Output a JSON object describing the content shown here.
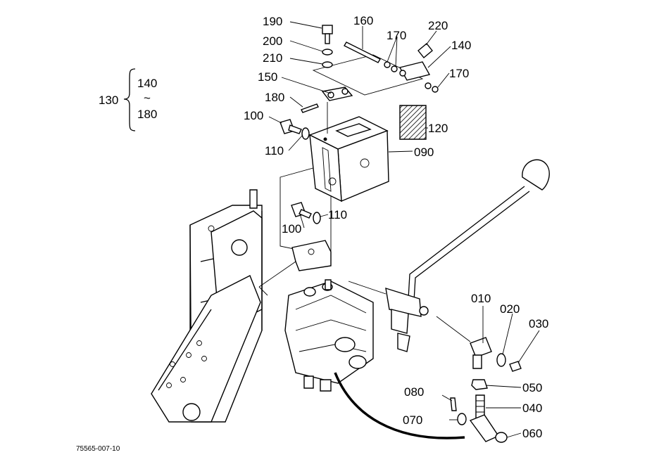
{
  "diagram": {
    "callouts": {
      "p190": "190",
      "p160": "160",
      "p170a": "170",
      "p220": "220",
      "p200": "200",
      "p140": "140",
      "p210": "210",
      "p170b": "170",
      "p150": "150",
      "p180": "180",
      "p120": "120",
      "p100a": "100",
      "p110a": "110",
      "p090": "090",
      "p100b": "100",
      "p110b": "110",
      "p010": "010",
      "p020": "020",
      "p030": "030",
      "p080": "080",
      "p050": "050",
      "p040": "040",
      "p070": "070",
      "p060": "060"
    },
    "group": {
      "label": "130",
      "range_top": "140",
      "range_sep": "~",
      "range_bottom": "180"
    },
    "drawing_number": "75565-007-10"
  }
}
